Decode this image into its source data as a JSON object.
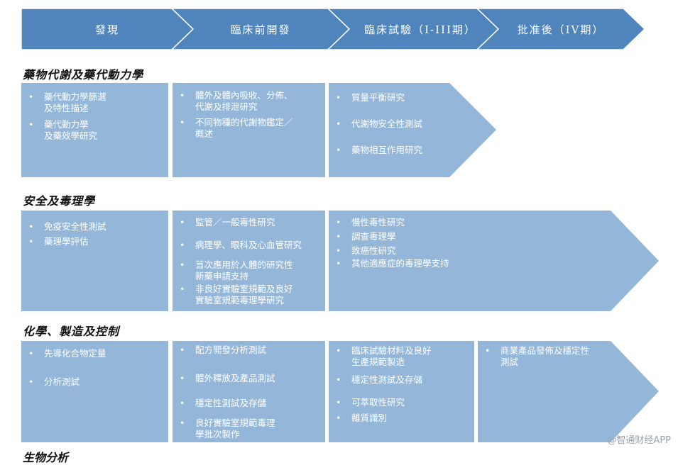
{
  "colors": {
    "header": "#4f84bd",
    "box": "#94b7d9",
    "text": "#ffffff"
  },
  "stages": [
    "發現",
    "臨床前開發",
    "臨床試驗（I-III期）",
    "批准後（IV期）"
  ],
  "sections": [
    {
      "title": "藥物代謝及藥代動力學",
      "columns": [
        {
          "items": [
            "藥代動力學篩選\n及特性描述",
            "藥代動力學\n及藥效學研究"
          ]
        },
        {
          "items": [
            "體外及體內吸收、分佈、\n代謝及排泄研究",
            "不同物種的代謝物鑑定／\n概述"
          ]
        },
        {
          "items": [
            "質量平衡研究",
            "代謝物安全性測試",
            "藥物相互作用研究"
          ]
        }
      ]
    },
    {
      "title": "安全及毒理學",
      "columns": [
        {
          "items": [
            "免疫安全性測試",
            "藥理學評估"
          ]
        },
        {
          "items": [
            "監管／一般毒性研究",
            "病理學、眼科及心血管研究",
            "首次應用於人體的研究性\n新藥申請支持",
            "非良好實驗室規範及良好\n實驗室規範毒理學研究"
          ]
        },
        {
          "items": [
            "慢性毒性研究",
            "調查毒理學",
            "致癌性研究",
            "其他適應症的毒理學支持"
          ]
        }
      ]
    },
    {
      "title": "化學、製造及控制",
      "columns": [
        {
          "items": [
            "先導化合物定量",
            "分析測試"
          ]
        },
        {
          "items": [
            "配方開發分析測試",
            "體外釋放及產品測試",
            "穩定性測試及存儲",
            "良好實驗室規範毒理\n學批次製作"
          ]
        },
        {
          "items": [
            "臨床試驗材料及良好\n生產規範製造",
            "穩定性測試及存儲",
            "可萃取性研究",
            "雜質識別"
          ]
        },
        {
          "items": [
            "商業產品發佈及穩定性\n測試"
          ]
        }
      ]
    }
  ],
  "cut_title": "生物分析",
  "watermark": "@智通财经APP"
}
